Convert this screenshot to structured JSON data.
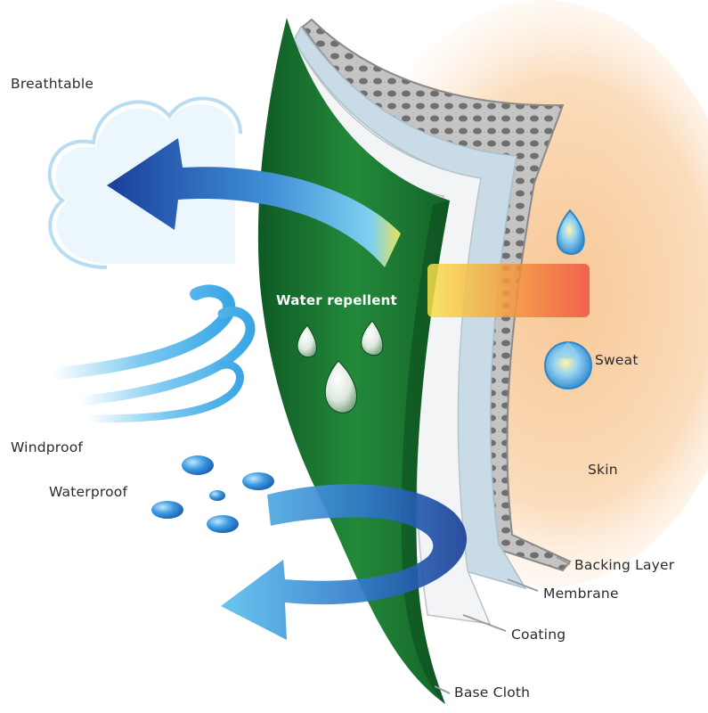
{
  "labels": {
    "breathable": "Breathtable",
    "windproof": "Windproof",
    "waterproof": "Waterproof",
    "water_repellent": "Water repellent",
    "sweat": "Sweat",
    "skin": "Skin",
    "backing_layer": "Backing Layer",
    "membrane": "Membrane",
    "coating": "Coating",
    "base_cloth": "Base Cloth"
  },
  "colors": {
    "base_cloth": "#1f7a35",
    "base_cloth_dark": "#0f5424",
    "membrane": "#c9dbe6",
    "coating": "#eef1f4",
    "backing": "#9a9a9a",
    "skin": "#fbe0c2",
    "arrow_blue": "#1f4fa8",
    "arrow_light": "#58b6ea",
    "heat_red": "#ef4b3c",
    "heat_yellow": "#f7e24a"
  },
  "icons": {
    "cloud": "cloud-icon",
    "wind": "wind-icon",
    "drop": "water-drop-icon"
  }
}
